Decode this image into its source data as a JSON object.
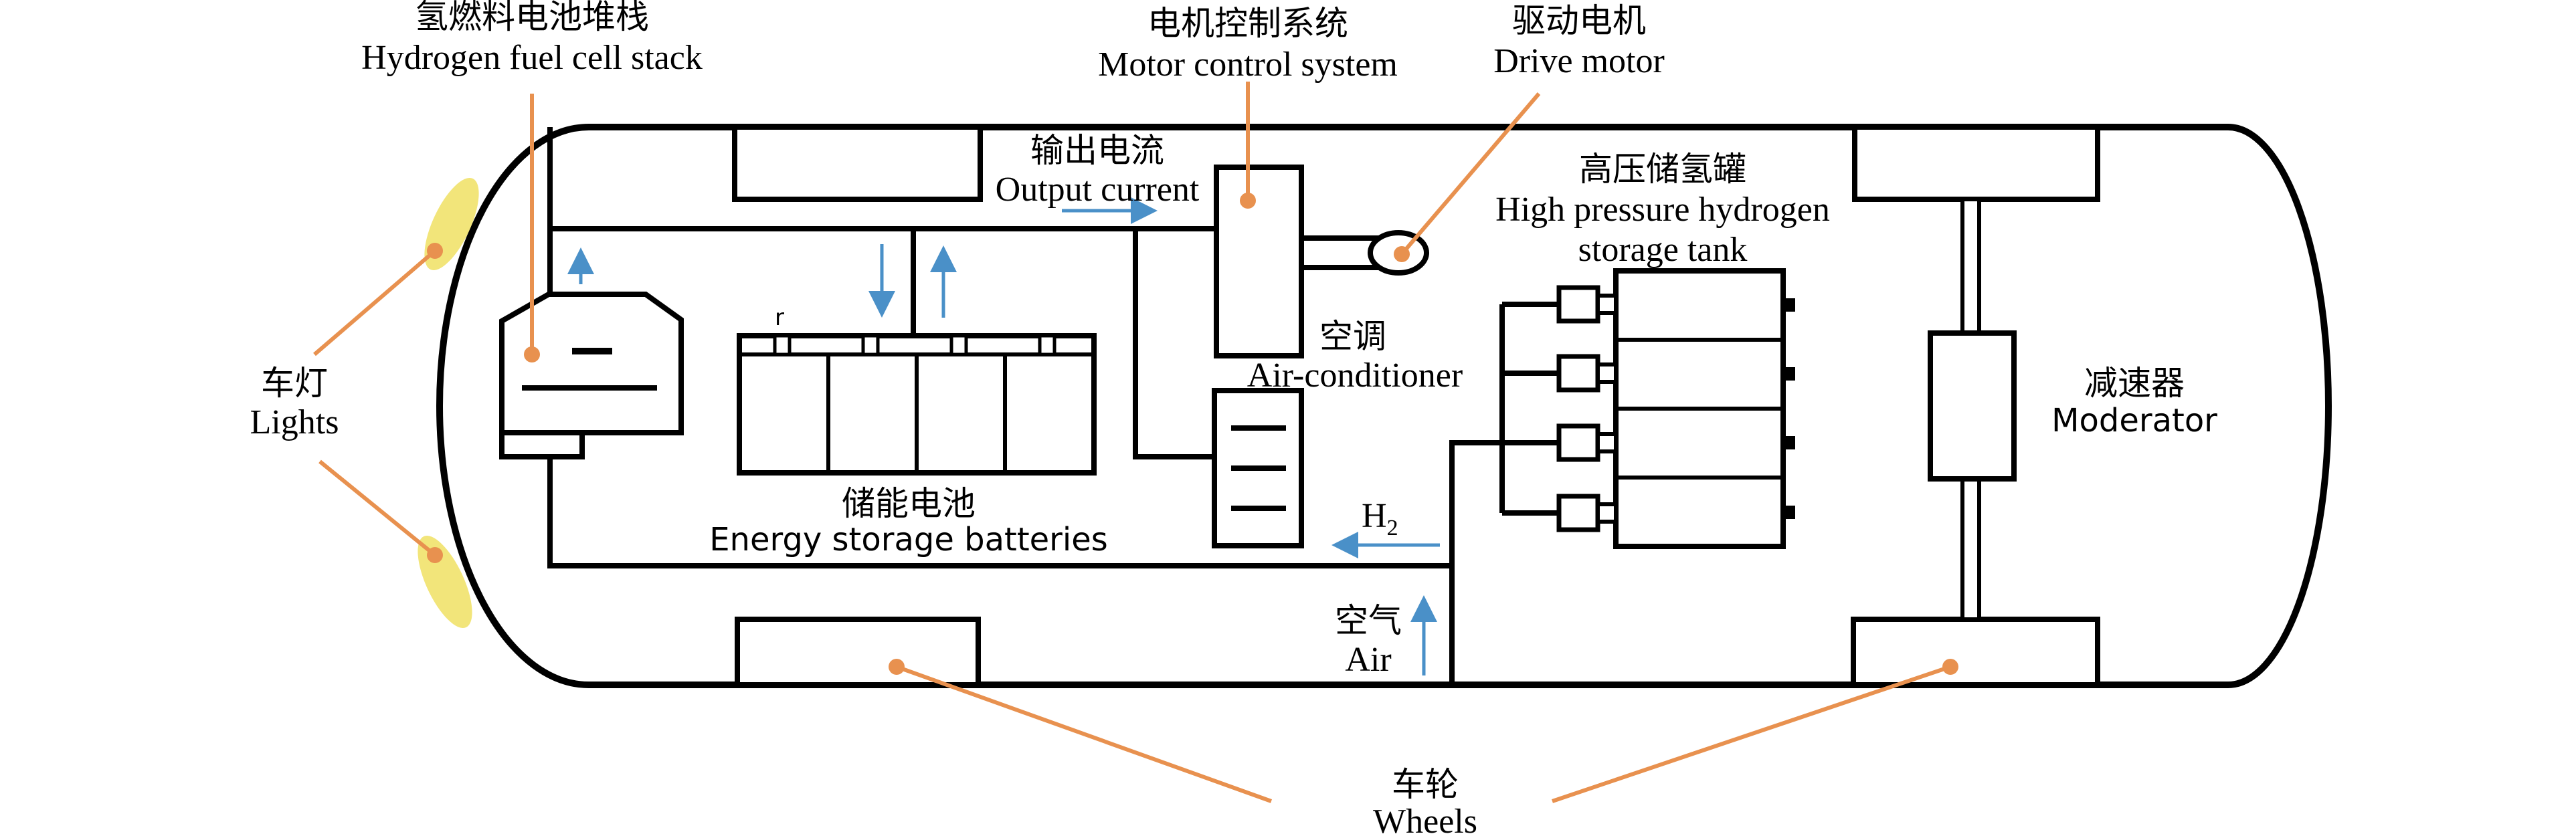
{
  "labels": {
    "fuel_cell_zh": "氢燃料电池堆栈",
    "fuel_cell_en": "Hydrogen fuel cell stack",
    "motor_ctrl_zh": "电机控制系统",
    "motor_ctrl_en": "Motor control system",
    "drive_motor_zh": "驱动电机",
    "drive_motor_en": "Drive motor",
    "output_zh": "输出电流",
    "output_en": "Output current",
    "tank_zh": "高压储氢罐",
    "tank_en_1": "High pressure hydrogen",
    "tank_en_2": "storage tank",
    "ac_zh": "空调",
    "ac_en": "Air-conditioner",
    "battery_zh": "储能电池",
    "battery_en": "Energy storage batteries",
    "battery_r": "r",
    "lights_zh": "车灯",
    "lights_en": "Lights",
    "moderator_zh": "减速器",
    "moderator_en": "Moderator",
    "h2": "H",
    "h2_sub": "2",
    "air_zh": "空气",
    "air_en": "Air",
    "wheels_zh": "车轮",
    "wheels_en": "Wheels"
  },
  "colors": {
    "outline": "#000000",
    "leader": "#e8914f",
    "arrow": "#4a90c8",
    "light": "#f2e57a"
  }
}
